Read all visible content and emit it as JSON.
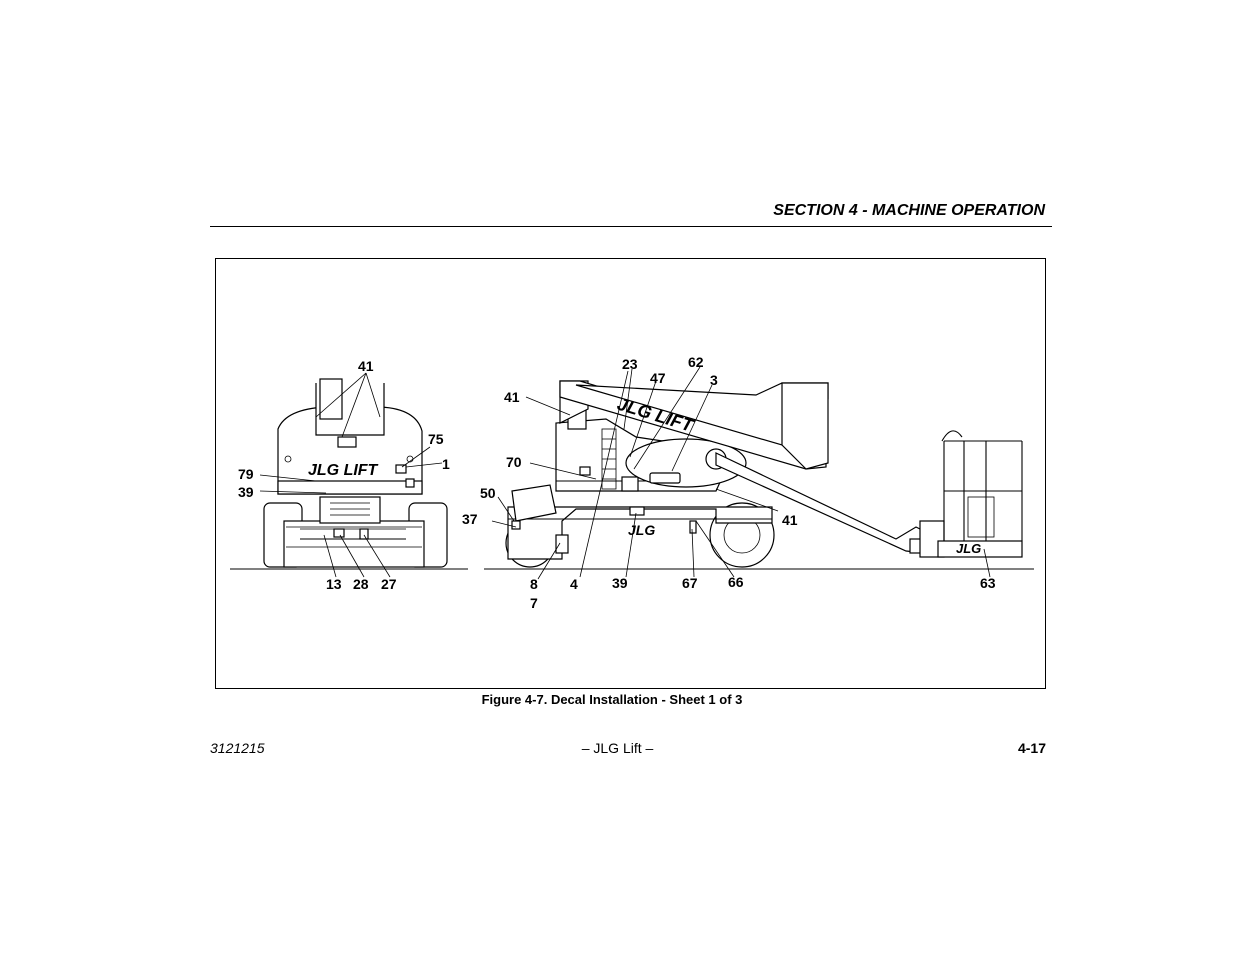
{
  "header": {
    "section_title": "SECTION 4 - MACHINE OPERATION"
  },
  "figure": {
    "caption": "Figure 4-7. Decal Installation - Sheet 1 of 3",
    "logo_text": "JLG LIFT",
    "logo_short": "JLG",
    "callouts": {
      "left_41": "41",
      "left_75": "75",
      "left_1": "1",
      "left_79": "79",
      "left_39": "39",
      "left_13": "13",
      "left_28": "28",
      "left_27": "27",
      "right_23": "23",
      "right_62": "62",
      "right_47": "47",
      "right_3": "3",
      "right_41_top": "41",
      "right_70": "70",
      "right_50": "50",
      "right_37": "37",
      "right_41_mid": "41",
      "right_8": "8",
      "right_7": "7",
      "right_4": "4",
      "right_39": "39",
      "right_67": "67",
      "right_66": "66",
      "right_63": "63"
    }
  },
  "footer": {
    "doc_number": "3121215",
    "center": "– JLG Lift –",
    "page": "4-17"
  }
}
